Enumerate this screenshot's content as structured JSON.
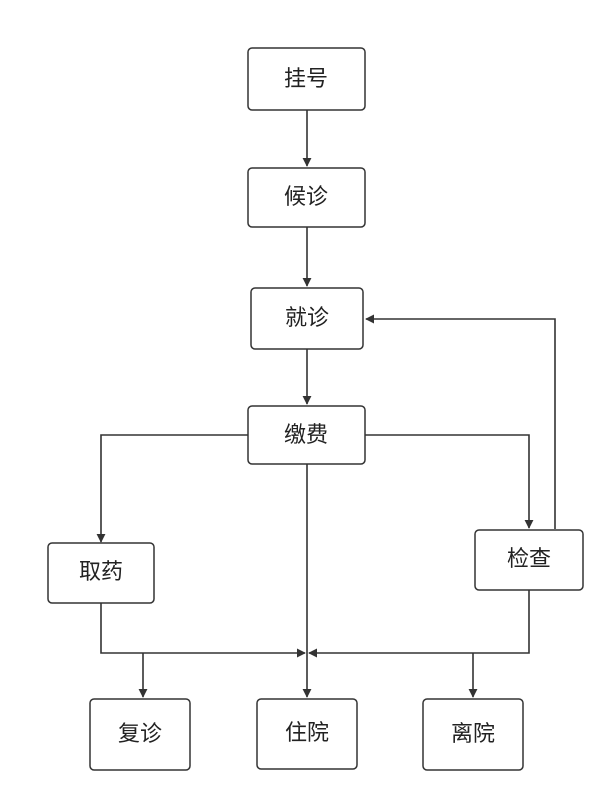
{
  "diagram": {
    "nodes": [
      {
        "id": "guahao",
        "label": "挂号"
      },
      {
        "id": "houzhen",
        "label": "候诊"
      },
      {
        "id": "jiuzhen",
        "label": "就诊"
      },
      {
        "id": "jiaofei",
        "label": "缴费"
      },
      {
        "id": "quyao",
        "label": "取药"
      },
      {
        "id": "jiancha",
        "label": "检查"
      },
      {
        "id": "fuzhen",
        "label": "复诊"
      },
      {
        "id": "zhuyuan",
        "label": "住院"
      },
      {
        "id": "liyuan",
        "label": "离院"
      }
    ],
    "edges": [
      {
        "from": "guahao",
        "to": "houzhen"
      },
      {
        "from": "houzhen",
        "to": "jiuzhen"
      },
      {
        "from": "jiuzhen",
        "to": "jiaofei"
      },
      {
        "from": "jiaofei",
        "to": "quyao"
      },
      {
        "from": "jiaofei",
        "to": "jiancha"
      },
      {
        "from": "jiancha",
        "to": "jiuzhen"
      },
      {
        "from": "jiaofei",
        "to": "zhuyuan"
      },
      {
        "from": "quyao",
        "to": "fuzhen"
      },
      {
        "from": "quyao",
        "to": "zhuyuan"
      },
      {
        "from": "jiancha",
        "to": "zhuyuan"
      },
      {
        "from": "jiancha",
        "to": "liyuan"
      }
    ]
  }
}
